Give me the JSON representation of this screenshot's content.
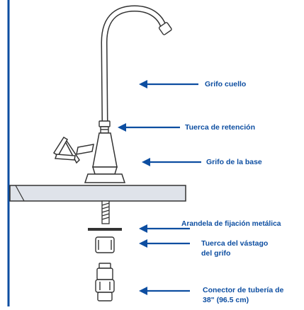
{
  "labels": {
    "neck": "Grifo cuello",
    "retention_nut": "Tuerca de retención",
    "base": "Grifo de la base",
    "washer": "Arandela de fijación metálica",
    "stem_nut_line1": "Tuerca del vástago",
    "stem_nut_line2": "del grifo",
    "connector_line1": "Conector de tubería de",
    "connector_line2": "38\" (96.5 cm)"
  },
  "colors": {
    "accent": "#0d4ea1",
    "outline": "#333333",
    "counter_fill": "#dfe3ea"
  }
}
